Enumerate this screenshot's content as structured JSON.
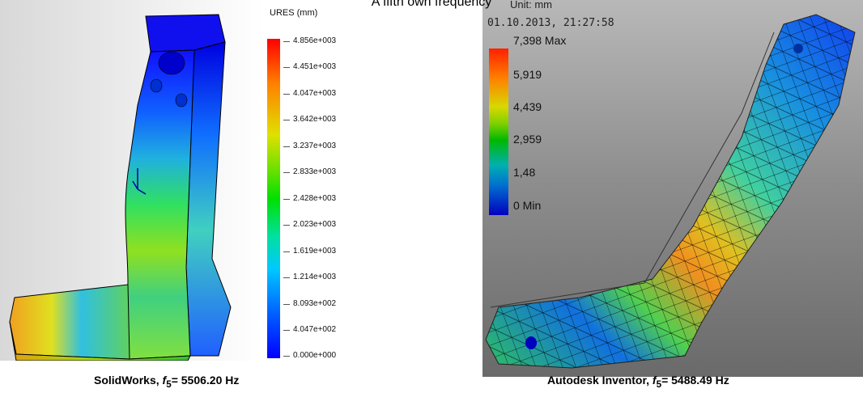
{
  "title": "A fifth own frequency",
  "left_panel": {
    "legend_title": "URES (mm)",
    "legend_ticks": [
      "4.856e+003",
      "4.451e+003",
      "4.047e+003",
      "3.642e+003",
      "3.237e+003",
      "2.833e+003",
      "2.428e+003",
      "2.023e+003",
      "1.619e+003",
      "1.214e+003",
      "8.093e+002",
      "4.047e+002",
      "0.000e+000"
    ],
    "caption_prefix": "SolidWorks, ",
    "caption_var": "f",
    "caption_sub": "5",
    "caption_value": "= 5506.20 Hz"
  },
  "right_panel": {
    "unit": "Unit: mm",
    "datetime": "01.10.2013, 21:27:58",
    "legend_ticks": [
      "7,398 Max",
      "5,919",
      "4,439",
      "2,959",
      "1,48",
      "0 Min"
    ],
    "caption_prefix": "Autodesk Inventor, ",
    "caption_var": "f",
    "caption_sub": "5",
    "caption_value": "= 5488.49 Hz"
  }
}
